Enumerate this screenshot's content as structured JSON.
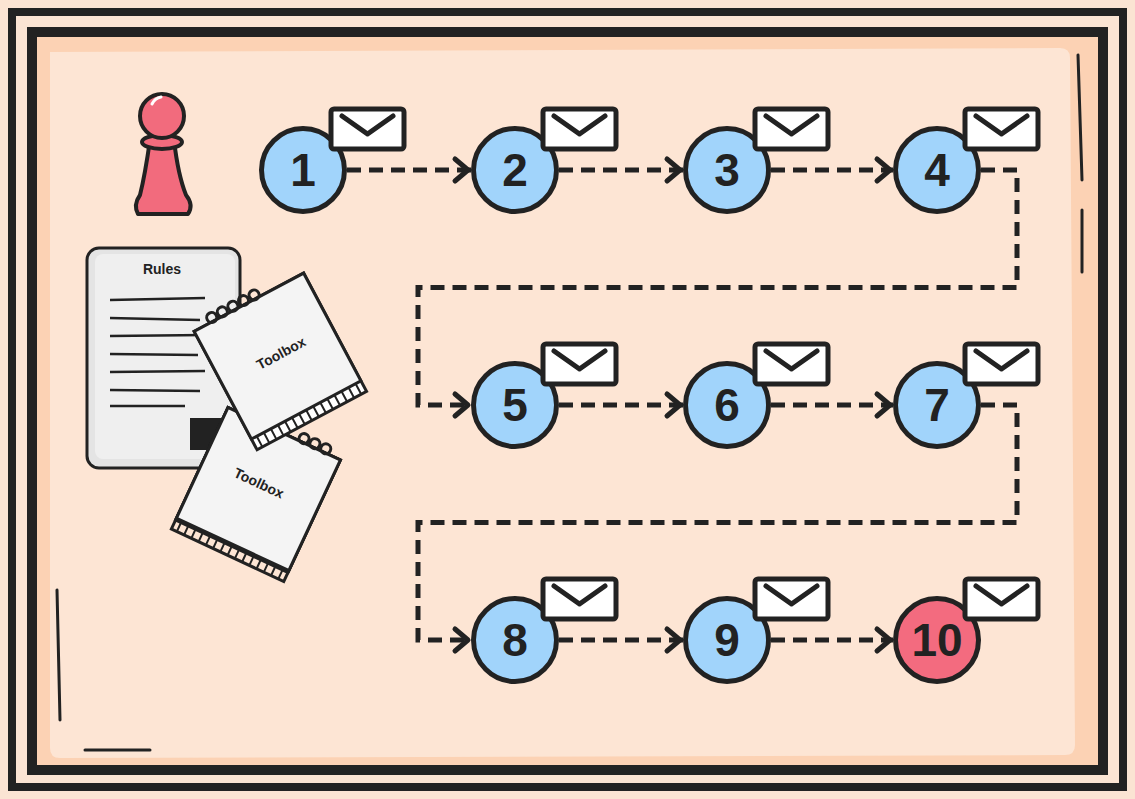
{
  "diagram": {
    "nodes": [
      {
        "text": [
          "1"
        ]
      },
      {
        "text": [
          "2"
        ]
      },
      {
        "text": [
          "3"
        ]
      },
      {
        "text": [
          "4"
        ]
      },
      {
        "text": [
          "5"
        ]
      },
      {
        "text": [
          "6"
        ]
      },
      {
        "text": [
          "7"
        ]
      },
      {
        "text": [
          "8"
        ]
      },
      {
        "text": [
          "9"
        ]
      },
      {
        "text": [
          "10"
        ]
      }
    ],
    "edges": [
      {
        "from": 0,
        "to": 1,
        "arrow": "to"
      },
      {
        "from": 1,
        "to": 2,
        "arrow": "to"
      },
      {
        "from": 2,
        "to": 3,
        "arrow": "to"
      },
      {
        "from": 3,
        "to": 4,
        "arrow": "to"
      },
      {
        "from": 4,
        "to": 5,
        "arrow": "to"
      },
      {
        "from": 5,
        "to": 6,
        "arrow": "to"
      },
      {
        "from": 6,
        "to": 7,
        "arrow": "to"
      },
      {
        "from": 7,
        "to": 8,
        "arrow": "to"
      },
      {
        "from": 8,
        "to": 9,
        "arrow": "to"
      }
    ],
    "labels": [
      "Rules",
      "Toolbox",
      "Toolbox"
    ]
  }
}
